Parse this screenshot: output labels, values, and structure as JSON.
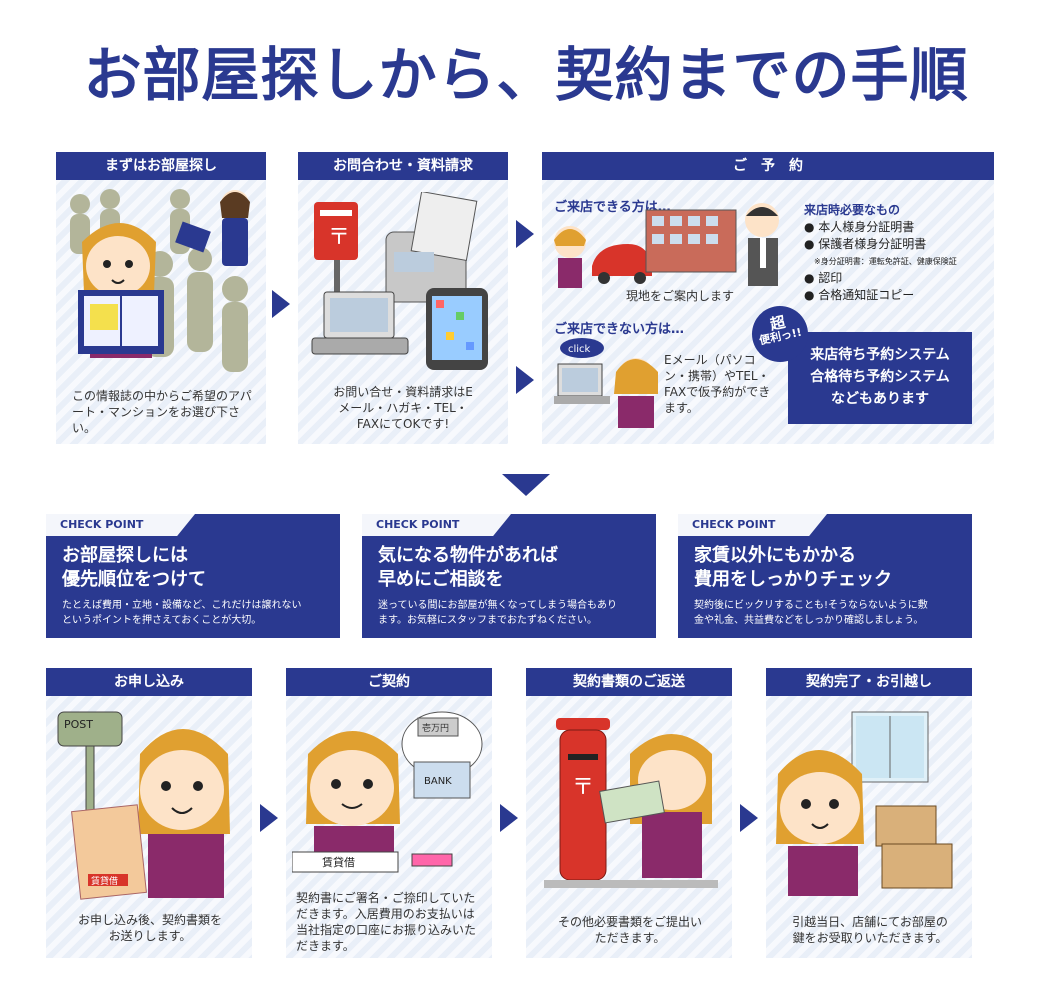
{
  "title": "お部屋探しから、契約までの手順",
  "steps_top": [
    {
      "label": "まずはお部屋探し",
      "caption": "この情報誌の中からご希望のアパート・マンションをお選び下さい。"
    },
    {
      "label": "お問合わせ・資料請求",
      "caption": "お問い合せ・資料請求はEメール・ハガキ・TEL・FAXにてOKです!"
    }
  ],
  "reservation": {
    "label": "ご　予　約",
    "can_visit": "ご来店できる方は…",
    "can_visit_caption": "現地をご案内します",
    "cannot_visit": "ご来店できない方は…",
    "click_label": "click",
    "cannot_visit_caption": "Eメール（パソコン・携帯）やTEL・FAXで仮予約ができます。",
    "needs_title": "来店時必要なもの",
    "needs": [
      "本人様身分証明書",
      "保護者様身分証明書",
      "認印",
      "合格通知証コピー"
    ],
    "needs_note": "※身分証明書：運転免許証、健康保険証",
    "badge_top": "超",
    "badge_bottom": "便利っ!!",
    "system_lines": [
      "来店待ち予約システム",
      "合格待ち予約システム",
      "などもあります"
    ]
  },
  "checkpoints": [
    {
      "tab": "CHECK POINT",
      "head": [
        "お部屋探しには",
        "優先順位をつけて"
      ],
      "body": [
        "たとえば費用・立地・設備など、これだけは譲れない",
        "というポイントを押さえておくことが大切。"
      ]
    },
    {
      "tab": "CHECK POINT",
      "head": [
        "気になる物件があれば",
        "早めにご相談を"
      ],
      "body": [
        "迷っている間にお部屋が無くなってしまう場合もあり",
        "ます。お気軽にスタッフまでおたずねください。"
      ]
    },
    {
      "tab": "CHECK POINT",
      "head": [
        "家賃以外にもかかる",
        "費用をしっかりチェック"
      ],
      "body": [
        "契約後にビックリすることも!そうならないように敷",
        "金や礼金、共益費などをしっかり確認しましょう。"
      ]
    }
  ],
  "steps_bottom": [
    {
      "label": "お申し込み",
      "caption": "お申し込み後、契約書類をお送りします。",
      "post_label": "POST",
      "doc_label": "賃貸借"
    },
    {
      "label": "ご契約",
      "caption": "契約書にご署名・ご捺印していただきます。入居費用のお支払いは当社指定の口座にお振り込みいただきます。",
      "bank_label": "BANK",
      "money_label": "壱万円",
      "doc_label": "賃貸借"
    },
    {
      "label": "契約書類のご返送",
      "caption": "その他必要書類をご提出いただきます。"
    },
    {
      "label": "契約完了・お引越し",
      "caption": "引越当日、店舗にてお部屋の鍵をお受取りいただきます。"
    }
  ],
  "colors": {
    "accent": "#2a3990",
    "panel": "#eef2f9",
    "skin": "#fde3c8",
    "hair": "#e0a030",
    "dress": "#8a2a6a",
    "red": "#d8342a"
  }
}
